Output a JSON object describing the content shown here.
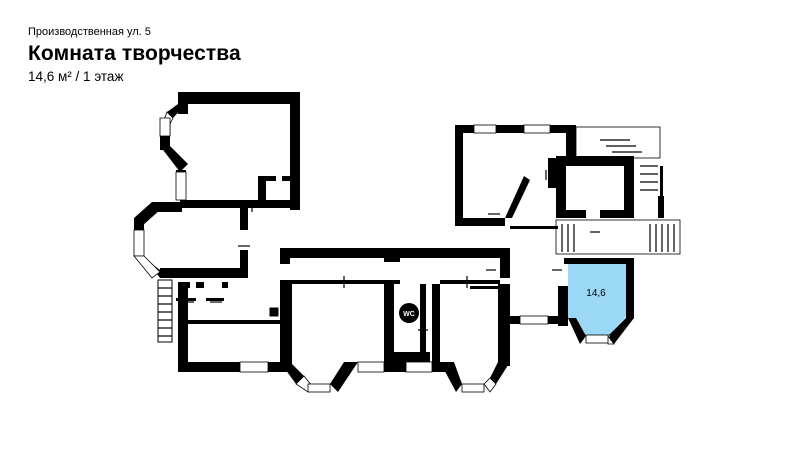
{
  "header": {
    "address": "Производственная ул. 5",
    "title": "Комната творчества",
    "subtitle": "14,6 м² / 1 этаж"
  },
  "plan": {
    "highlight_color": "#9bd8f5",
    "highlighted_room_area": "14,6",
    "wc_label": "WC"
  }
}
